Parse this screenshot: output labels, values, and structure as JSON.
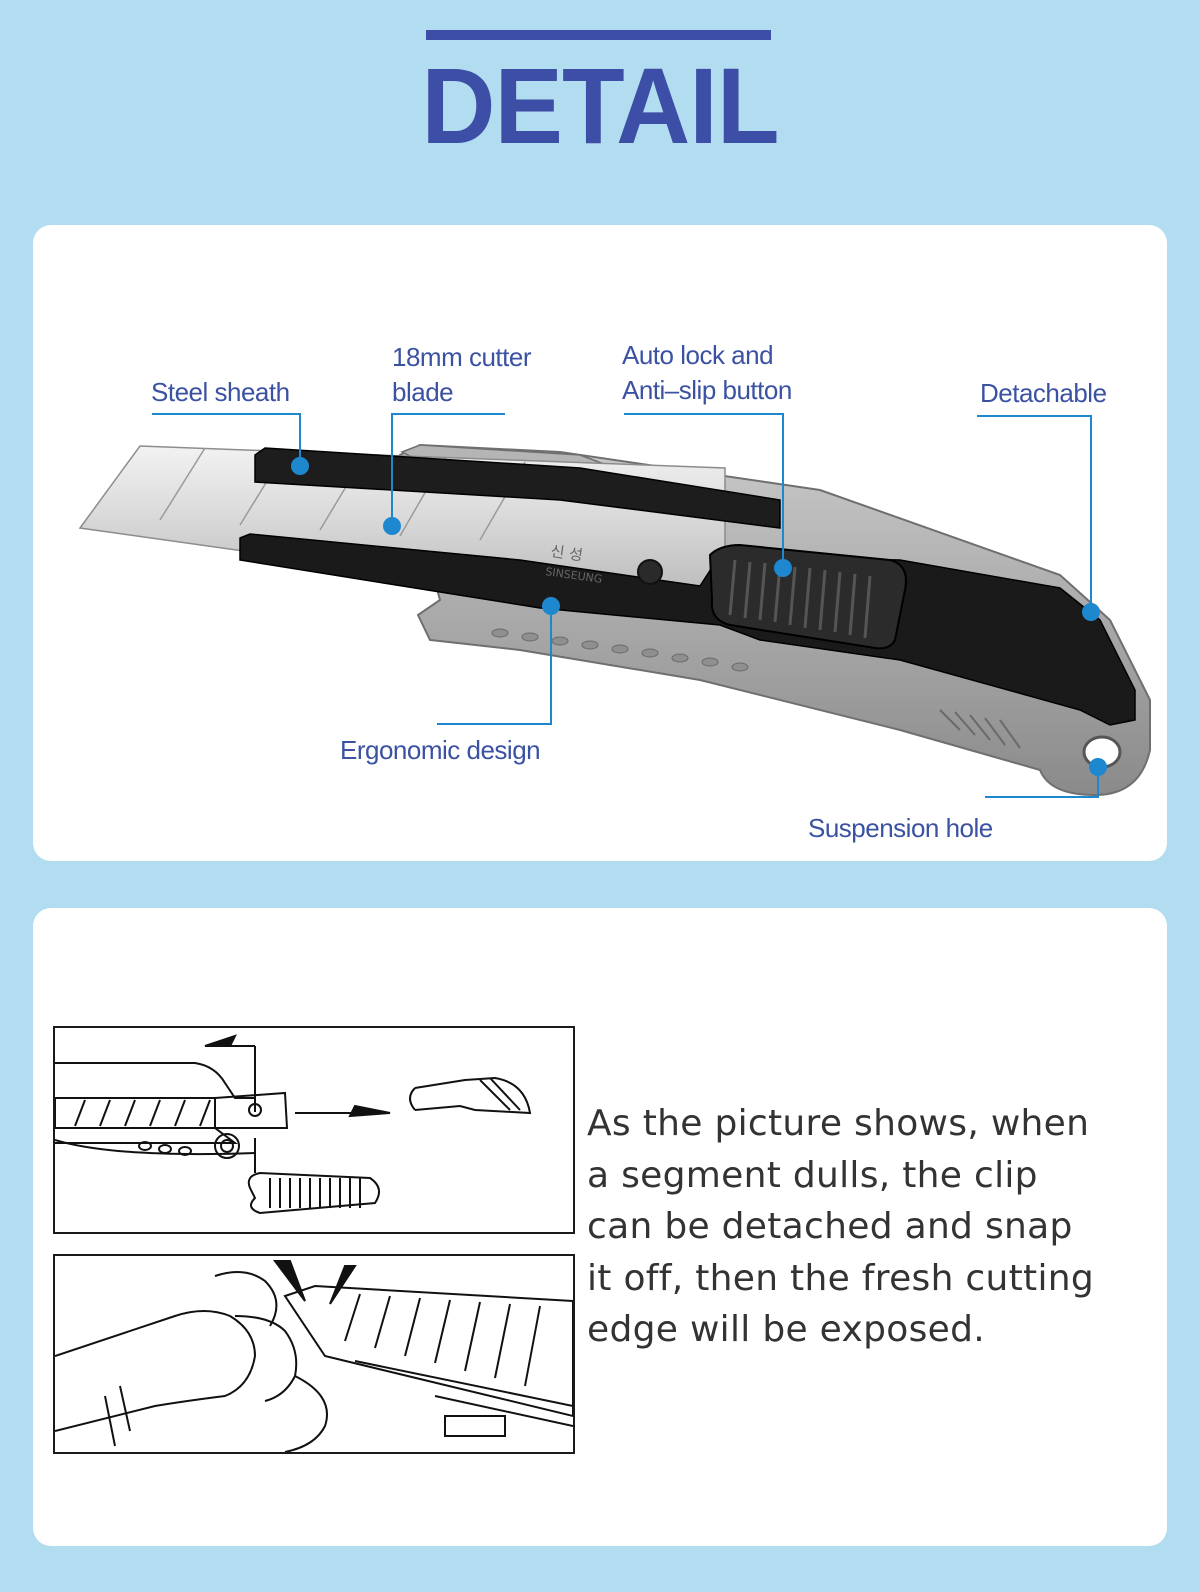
{
  "header": {
    "title": "DETAIL"
  },
  "callouts": {
    "steel_sheath": "Steel sheath",
    "blade_line1": "18mm cutter",
    "blade_line2": "blade",
    "auto_lock_line1": "Auto lock and",
    "auto_lock_line2": "Anti–slip button",
    "detachable": "Detachable",
    "ergonomic": "Ergonomic design",
    "suspension": "Suspension hole"
  },
  "blade_marking": {
    "korean": "신 성",
    "brand": "SINSEUNG"
  },
  "description": {
    "line1": "As the picture shows, when",
    "line2": "a segment dulls, the clip",
    "line3": "can be detached and snap",
    "line4": "it off, then the fresh cutting",
    "line5": "edge will be exposed."
  },
  "colors": {
    "background": "#b2dcef",
    "title": "#3d4ea6",
    "callout_text": "#3b52a3",
    "leader_line": "#1e88cf",
    "body_text": "#333333"
  }
}
